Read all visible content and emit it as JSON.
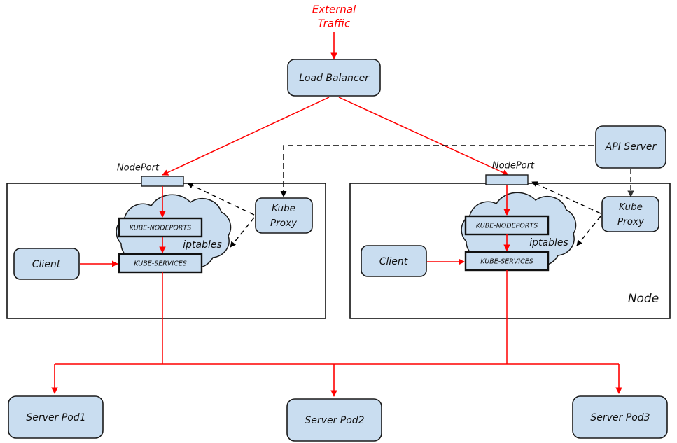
{
  "diagram": {
    "title_text": "",
    "colors": {
      "node_fill": "#c9ddf0",
      "node_stroke": "#1a1a1a",
      "traffic_red": "#ff0000",
      "traffic_red_label": "#ff0000",
      "control_dashed": "#000000",
      "page_background": "#ffffff",
      "cloud_fill": "#c9ddf0"
    },
    "external": {
      "label_line1": "External",
      "label_line2": "Traffic"
    },
    "load_balancer": {
      "label": "Load Balancer"
    },
    "api_server": {
      "label": "API Server"
    },
    "nodes": [
      {
        "id": "node-left",
        "node_label": "",
        "nodeport_label": "NodePort",
        "client_label": "Client",
        "kube_proxy_line1": "Kube",
        "kube_proxy_line2": "Proxy",
        "iptables_label": "iptables",
        "chains": [
          "KUBE-NODEPORTS",
          "KUBE-SERVICES"
        ]
      },
      {
        "id": "node-right",
        "node_label": "Node",
        "nodeport_label": "NodePort",
        "client_label": "Client",
        "kube_proxy_line1": "Kube",
        "kube_proxy_line2": "Proxy",
        "iptables_label": "iptables",
        "chains": [
          "KUBE-NODEPORTS",
          "KUBE-SERVICES"
        ]
      }
    ],
    "pods": [
      {
        "label": "Server Pod1"
      },
      {
        "label": "Server Pod2"
      },
      {
        "label": "Server Pod3"
      }
    ]
  }
}
